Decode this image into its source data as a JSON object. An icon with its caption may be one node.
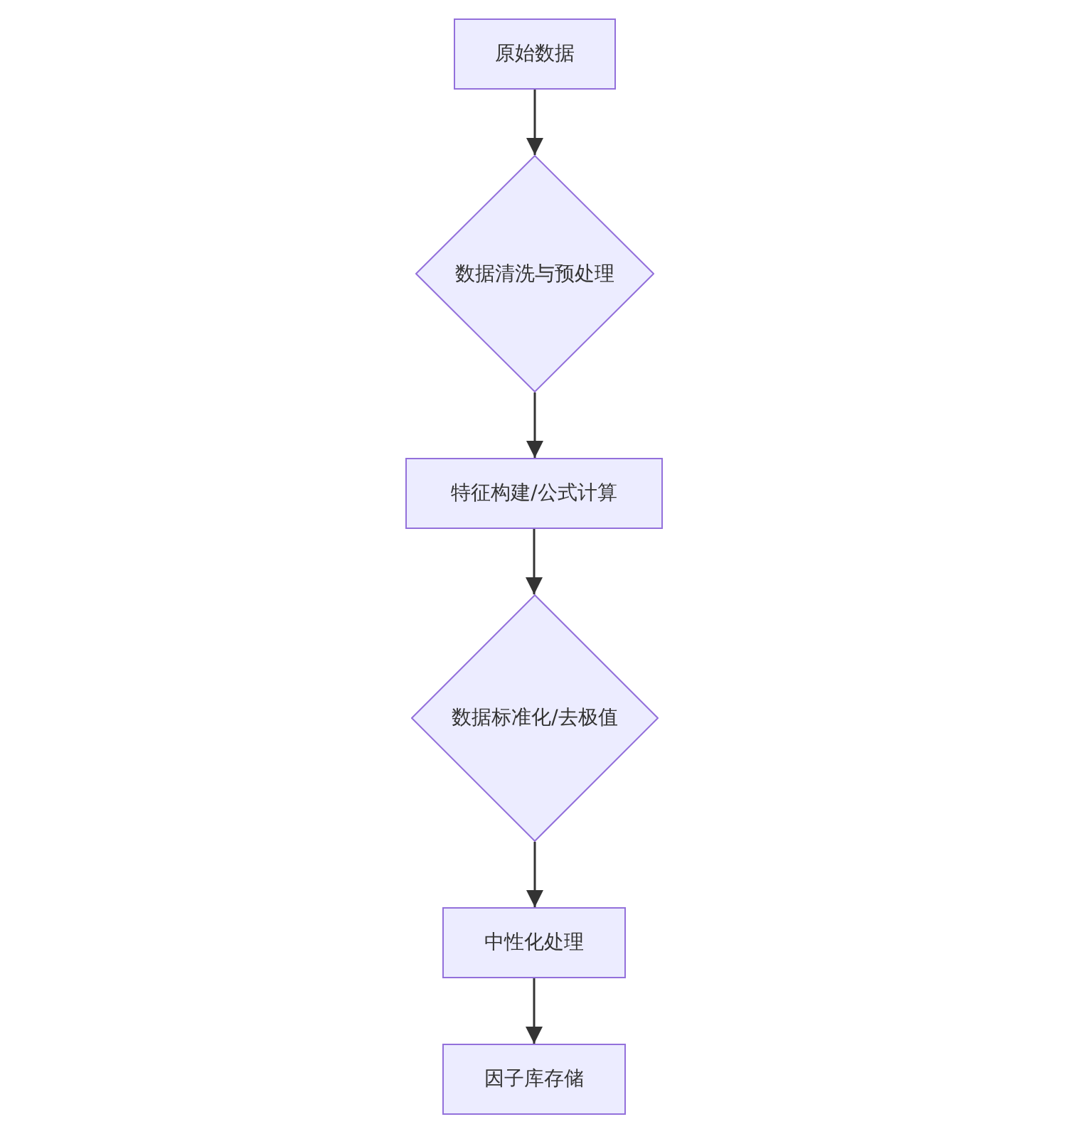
{
  "diagram": {
    "nodes": [
      {
        "text": [
          "原始数据"
        ]
      },
      {
        "text": [
          "数据清洗与预处理"
        ]
      },
      {
        "text": [
          "特征构建/公式计算"
        ]
      },
      {
        "text": [
          "数据标准化/去极值"
        ]
      },
      {
        "text": [
          "中性化处理"
        ]
      },
      {
        "text": [
          "因子库存储"
        ]
      }
    ],
    "edges": [
      {
        "from": 0,
        "to": 1,
        "arrow": "to"
      },
      {
        "from": 1,
        "to": 2,
        "arrow": "to"
      },
      {
        "from": 2,
        "to": 3,
        "arrow": "to"
      },
      {
        "from": 3,
        "to": 4,
        "arrow": "to"
      },
      {
        "from": 4,
        "to": 5,
        "arrow": "to"
      }
    ]
  }
}
